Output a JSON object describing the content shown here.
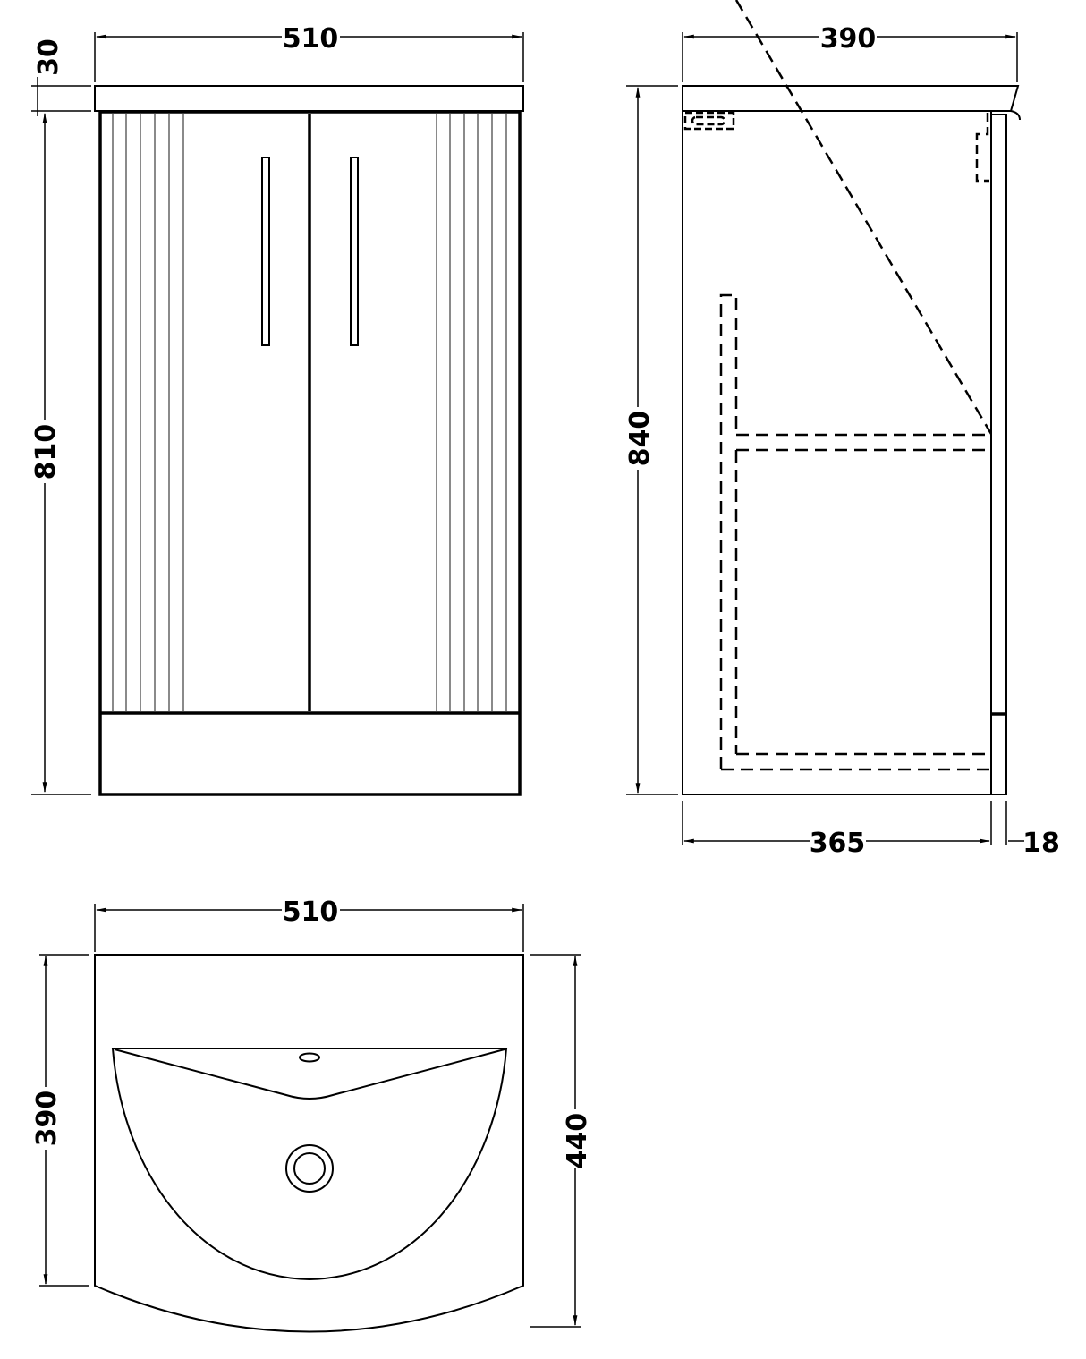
{
  "diagram": {
    "type": "technical-dimension-drawing",
    "subject": "two-door floor-standing vanity unit with curved basin",
    "units": "mm",
    "views": {
      "front": {
        "width": "510",
        "top_thickness": "30",
        "cabinet_height": "810"
      },
      "side": {
        "depth": "390",
        "total_height": "840",
        "carcass_depth": "365",
        "door_thickness": "18"
      },
      "basin_plan": {
        "width": "510",
        "depth_at_sides": "390",
        "depth_at_centre": "440"
      }
    },
    "colors": {
      "line": "#000000",
      "fluting": "#8a8a8a",
      "background": "#ffffff"
    }
  }
}
